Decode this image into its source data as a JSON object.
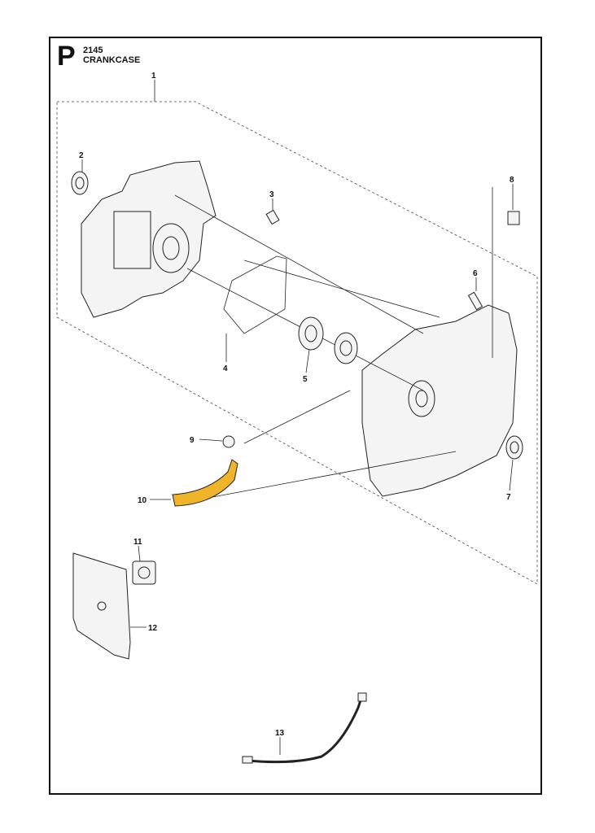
{
  "header": {
    "letter": "P",
    "code": "2145",
    "title": "CRANKCASE"
  },
  "callouts": [
    "1",
    "2",
    "3",
    "4",
    "5",
    "6",
    "7",
    "8",
    "9",
    "10",
    "11",
    "12",
    "13"
  ],
  "colors": {
    "highlight": "#f0b429",
    "line": "#222222"
  }
}
